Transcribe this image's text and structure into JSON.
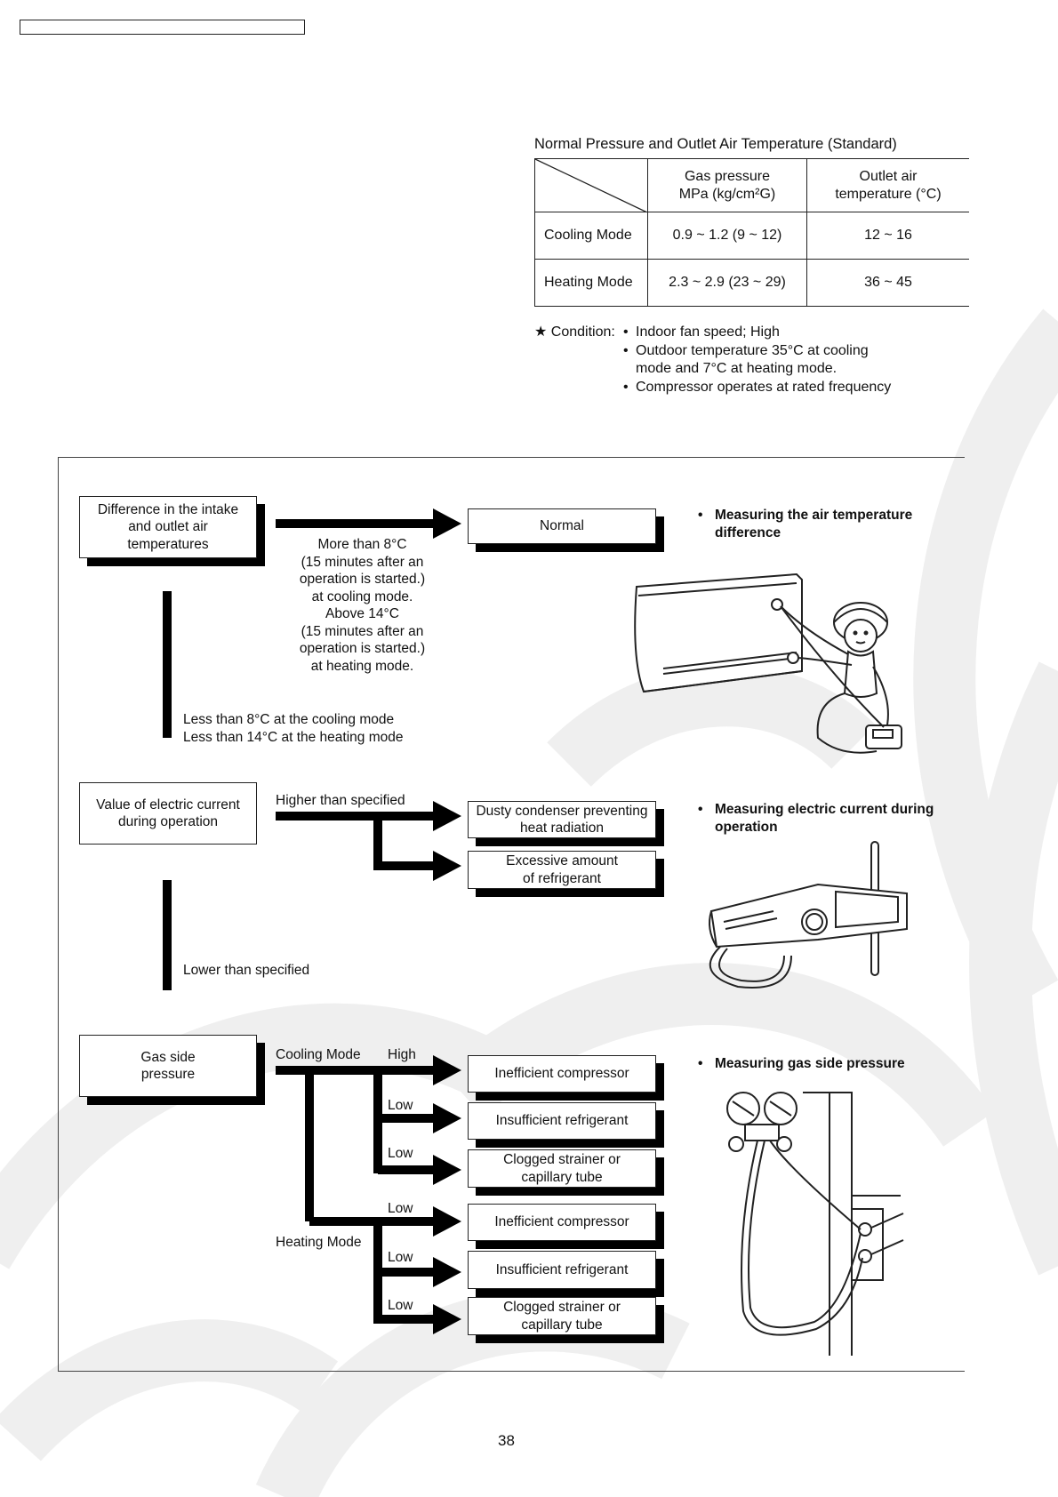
{
  "table": {
    "title": "Normal Pressure and Outlet Air Temperature (Standard)",
    "col_gas_line1": "Gas pressure",
    "col_gas_line2": "MPa (kg/cm²G)",
    "col_temp_line1": "Outlet air",
    "col_temp_line2": "temperature (°C)",
    "rows": [
      {
        "mode": "Cooling Mode",
        "pressure": "0.9 ~ 1.2 (9 ~ 12)",
        "temp": "12 ~ 16"
      },
      {
        "mode": "Heating Mode",
        "pressure": "2.3 ~ 2.9 (23 ~ 29)",
        "temp": "36 ~ 45"
      }
    ]
  },
  "condition": {
    "label": "★ Condition:",
    "items": [
      "Indoor fan speed; High",
      "Outdoor temperature 35°C at cooling mode and 7°C at heating mode.",
      "Compressor operates at rated frequency"
    ]
  },
  "flow": {
    "s1": {
      "box": "Difference in the intake and outlet air temperatures",
      "condition_lines": [
        "More than 8°C",
        "(15 minutes after an",
        "operation is started.)",
        "at cooling mode.",
        "Above 14°C",
        "(15 minutes after an",
        "operation is started.)",
        "at heating mode."
      ],
      "result": "Normal",
      "below_lines": [
        "Less than 8°C at the cooling mode",
        "Less than 14°C at the heating mode"
      ],
      "note": "Measuring the air temperature difference"
    },
    "s2": {
      "box": "Value of electric current during operation",
      "higher": "Higher than specified",
      "result1": "Dusty condenser preventing heat radiation",
      "result2": "Excessive amount of refrigerant",
      "lower": "Lower than specified",
      "note": "Measuring electric current during operation"
    },
    "s3": {
      "box": "Gas side pressure",
      "cooling": "Cooling Mode",
      "heating": "Heating Mode",
      "high": "High",
      "low": "Low",
      "results": [
        "Inefficient compressor",
        "Insufficient refrigerant",
        "Clogged strainer or capillary tube",
        "Inefficient compressor",
        "Insufficient refrigerant",
        "Clogged strainer or capillary tube"
      ],
      "note": "Measuring gas side pressure"
    }
  },
  "page_number": "38",
  "watermark_color": "#efefef",
  "line_color": "#000000",
  "icons": [
    "technician-measuring-air-unit-illustration",
    "clamp-meter-illustration",
    "manifold-gauge-illustration"
  ]
}
